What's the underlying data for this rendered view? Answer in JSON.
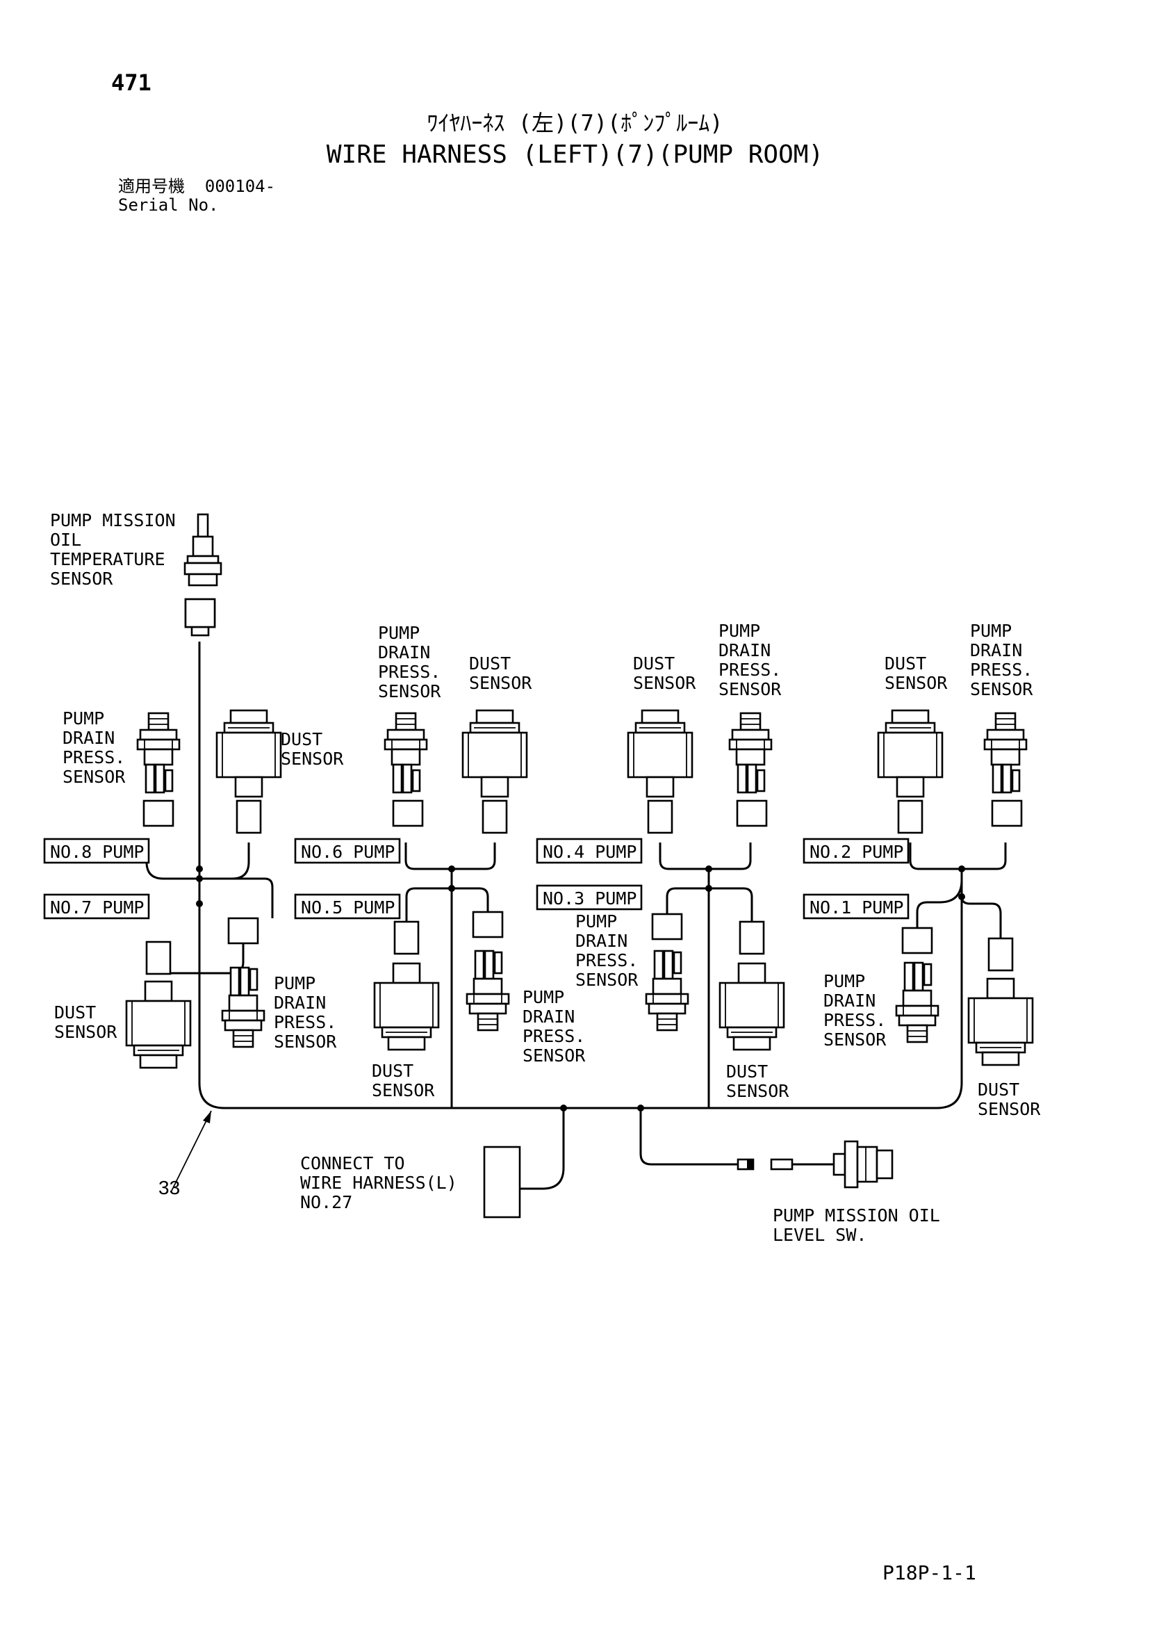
{
  "header": {
    "page_number": "471",
    "title_jp": "ﾜｲﾔﾊｰﾈｽ (左)(7)(ﾎﾟﾝﾌﾟﾙｰﾑ)",
    "title_en": "WIRE HARNESS (LEFT)(7)(PUMP ROOM)",
    "serial_label_jp": "適用号機",
    "serial_range": "000104-",
    "serial_label_en": "Serial No."
  },
  "footer": {
    "code": "P18P-1-1"
  },
  "labels": {
    "mission_temp": [
      "PUMP MISSION",
      "OIL",
      "TEMPERATURE",
      "SENSOR"
    ],
    "drain_left": [
      "PUMP",
      "DRAIN",
      "PRESS.",
      "SENSOR"
    ],
    "dust_8": [
      "DUST",
      "SENSOR"
    ],
    "drain_6": [
      "PUMP",
      "DRAIN",
      "PRESS.",
      "SENSOR"
    ],
    "dust_6": [
      "DUST",
      "SENSOR"
    ],
    "dust_4": [
      "DUST",
      "SENSOR"
    ],
    "drain_4": [
      "PUMP",
      "DRAIN",
      "PRESS.",
      "SENSOR"
    ],
    "dust_2": [
      "DUST",
      "SENSOR"
    ],
    "drain_2": [
      "PUMP",
      "DRAIN",
      "PRESS.",
      "SENSOR"
    ],
    "dust_7": [
      "DUST",
      "SENSOR"
    ],
    "drain_7": [
      "PUMP",
      "DRAIN",
      "PRESS.",
      "SENSOR"
    ],
    "dust_5": [
      "DUST",
      "SENSOR"
    ],
    "drain_5": [
      "PUMP",
      "DRAIN",
      "PRESS.",
      "SENSOR"
    ],
    "drain_3": [
      "PUMP",
      "DRAIN",
      "PRESS.",
      "SENSOR"
    ],
    "dust_3": [
      "DUST",
      "SENSOR"
    ],
    "drain_1": [
      "PUMP",
      "DRAIN",
      "PRESS.",
      "SENSOR"
    ],
    "dust_1": [
      "DUST",
      "SENSOR"
    ],
    "connect": [
      "CONNECT TO",
      "WIRE HARNESS(L)",
      "NO.27"
    ],
    "level_sw": [
      "PUMP MISSION OIL",
      "LEVEL SW."
    ],
    "part_ref": "33"
  },
  "pump_tags": {
    "no8": "NO.8 PUMP",
    "no7": "NO.7 PUMP",
    "no6": "NO.6 PUMP",
    "no5": "NO.5 PUMP",
    "no4": "NO.4 PUMP",
    "no3": "NO.3 PUMP",
    "no2": "NO.2 PUMP",
    "no1": "NO.1 PUMP"
  }
}
